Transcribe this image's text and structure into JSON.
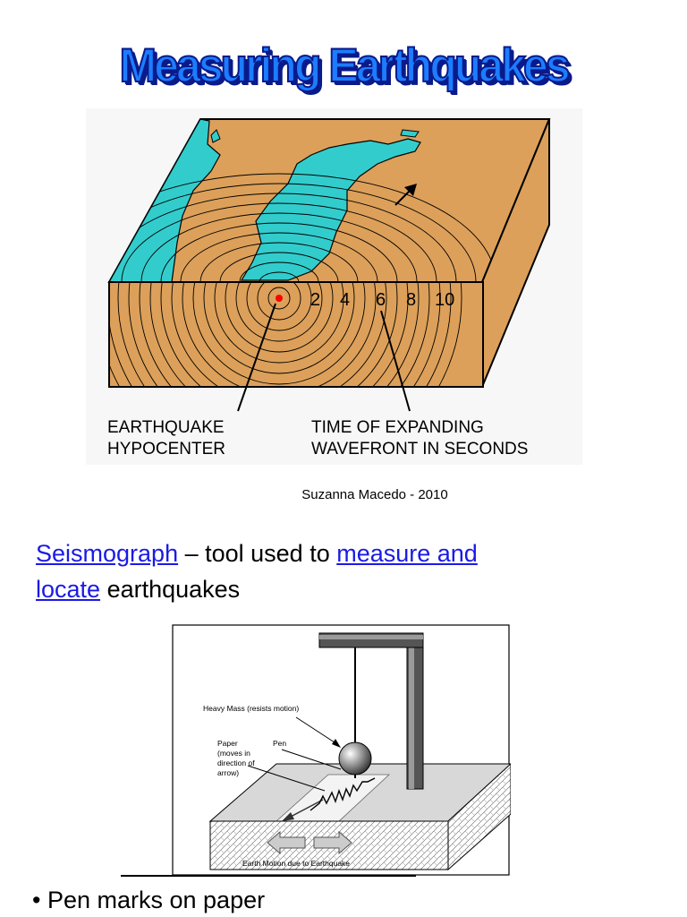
{
  "title": "Measuring Earthquakes",
  "figure1": {
    "numbers": [
      "2",
      "4",
      "6",
      "8",
      "10"
    ],
    "label_left_1": "EARTHQUAKE",
    "label_left_2": "HYPOCENTER",
    "label_right_1": "TIME OF EXPANDING",
    "label_right_2": "WAVEFRONT IN SECONDS",
    "colors": {
      "earth": "#dca05a",
      "water": "#33cccc",
      "hypocenter": "#ff0000"
    }
  },
  "credit": "Suzanna Macedo - 2010",
  "definition": {
    "link1": "Seismograph",
    "text1": " – tool used to ",
    "link2": "measure and",
    "link3": " locate",
    "text2": " earthquakes"
  },
  "figure2": {
    "heavy_mass": "Heavy Mass (resists motion)",
    "paper_1": "Paper",
    "paper_2": "(moves in",
    "paper_3": "direction of",
    "paper_4": "arrow)",
    "pen": "Pen",
    "earth_motion": "Earth Motion due to Earthquake"
  },
  "bullet": "• Pen marks on paper"
}
